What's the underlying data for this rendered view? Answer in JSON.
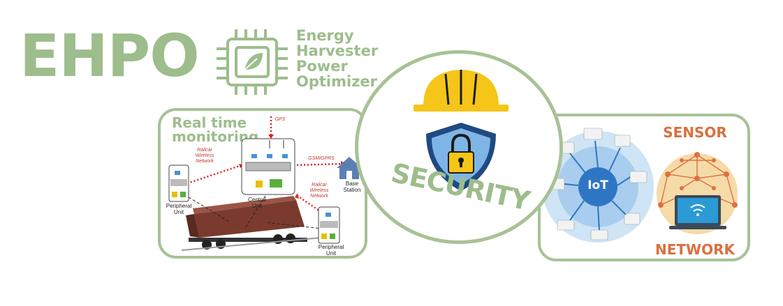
{
  "logo": {
    "acronym": "EHPO",
    "subtitle_lines": [
      "Energy",
      "Harvester",
      "Power",
      "Optimizer"
    ]
  },
  "monitoring": {
    "title_lines": [
      "Real time",
      "monitoring"
    ],
    "labels": {
      "gps": "GPS",
      "gsm": "GSM/GPRS",
      "railcar_left": [
        "Railcar",
        "Wireless",
        "Network"
      ],
      "railcar_right": [
        "Railcar",
        "Wireless",
        "Network"
      ],
      "peripheral_left": [
        "Peripheral",
        "Unit"
      ],
      "peripheral_right": [
        "Peripheral",
        "Unit"
      ],
      "central": [
        "Central",
        "Unit"
      ],
      "base": [
        "Base",
        "Station"
      ]
    }
  },
  "security": {
    "label": "SECURITY"
  },
  "iot": {
    "center": "IoT",
    "sensor_title": "SENSOR",
    "network_title": "NETWORK"
  },
  "colors": {
    "green": "#9dbd8c",
    "panel_border": "#a7c295",
    "orange": "#d9703f",
    "helmet": "#f5c518",
    "shield": "#1f4a82"
  }
}
